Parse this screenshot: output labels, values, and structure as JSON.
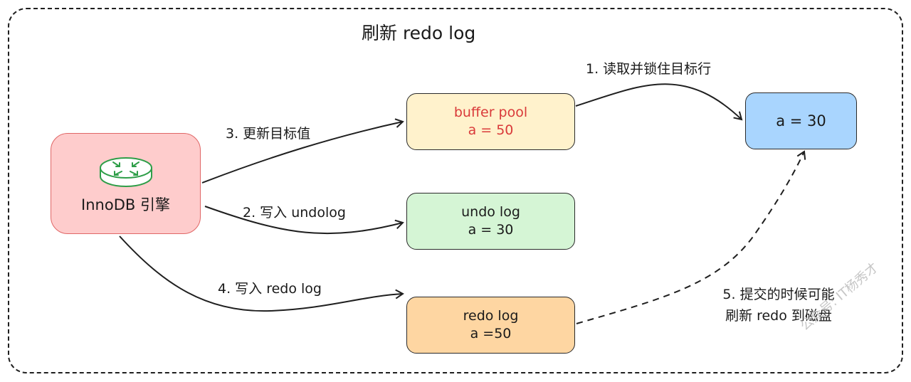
{
  "title": "刷新 redo log",
  "engine": {
    "label": "InnoDB 引擎",
    "icon": "router-icon"
  },
  "buffer_pool": {
    "line1": "buffer pool",
    "line2": "a = 50"
  },
  "undo_log": {
    "line1": "undo log",
    "line2": "a = 30"
  },
  "redo_log": {
    "line1": "redo log",
    "line2": "a =50"
  },
  "disk": {
    "value": "a = 30"
  },
  "steps": {
    "s1": "1. 读取并锁住目标行",
    "s2": "2. 写入 undolog",
    "s3": "3. 更新目标值",
    "s4": "4. 写入 redo log",
    "s5_line1": "5. 提交的时候可能",
    "s5_line2": "刷新 redo 到磁盘"
  },
  "watermark": "公众号: IT杨秀才",
  "colors": {
    "engine_fill": "#fecccc",
    "buffer_pool_fill": "#fff2cc",
    "buffer_pool_text": "#d93a3a",
    "undo_fill": "#d5f5d5",
    "redo_fill": "#fed6a2",
    "disk_fill": "#a9d5fe",
    "icon_green": "#2e9e48"
  }
}
